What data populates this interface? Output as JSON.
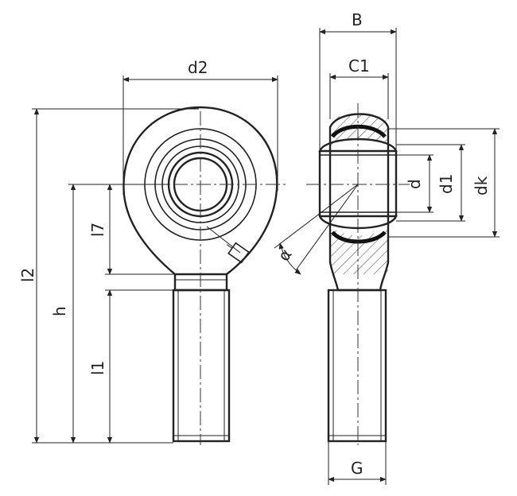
{
  "labels": {
    "d2": "d2",
    "B": "B",
    "C1": "C1",
    "l2": "l2",
    "h": "h",
    "l7": "l7",
    "l1": "l1",
    "d": "d",
    "d1": "d1",
    "dk": "dk",
    "alpha": "α",
    "G": "G"
  }
}
